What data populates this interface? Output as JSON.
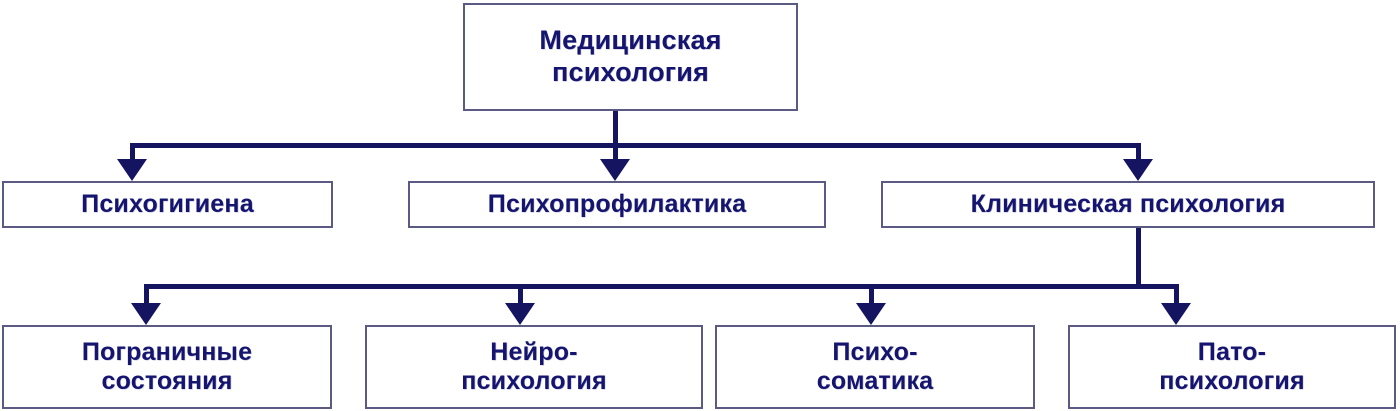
{
  "diagram": {
    "title_text": "Медицинская психология",
    "type": "hierarchy-tree",
    "accent_color": "#151570",
    "border_color": "#5a5a82",
    "connector_color": "#141461",
    "background_color": "#ffffff",
    "levels": [
      {
        "level": 1,
        "nodes": [
          {
            "id": "root",
            "label": "Медицинская\nпсихология"
          }
        ]
      },
      {
        "level": 2,
        "nodes": [
          {
            "id": "psychohygiene",
            "label": "Психогигиена"
          },
          {
            "id": "psychoprophylaxis",
            "label": "Психопрофилактика"
          },
          {
            "id": "clinical",
            "label": "Клиническая психология"
          }
        ]
      },
      {
        "level": 3,
        "nodes": [
          {
            "id": "borderline",
            "label": "Пограничные\nсостояния"
          },
          {
            "id": "neuro",
            "label": "Нейро-\nпсихология"
          },
          {
            "id": "psychosomatics",
            "label": "Психо-\nсоматика"
          },
          {
            "id": "pato",
            "label": "Пато-\nпсихология"
          }
        ]
      }
    ],
    "edges": [
      {
        "from": "root",
        "to": "psychohygiene",
        "marker": "arrow-down-icon"
      },
      {
        "from": "root",
        "to": "psychoprophylaxis",
        "marker": "arrow-down-icon"
      },
      {
        "from": "root",
        "to": "clinical",
        "marker": "arrow-down-icon"
      },
      {
        "from": "clinical",
        "to": "borderline",
        "marker": "arrow-down-icon"
      },
      {
        "from": "clinical",
        "to": "neuro",
        "marker": "arrow-down-icon"
      },
      {
        "from": "clinical",
        "to": "psychosomatics",
        "marker": "arrow-down-icon"
      },
      {
        "from": "clinical",
        "to": "pato",
        "marker": "arrow-down-icon"
      }
    ]
  }
}
